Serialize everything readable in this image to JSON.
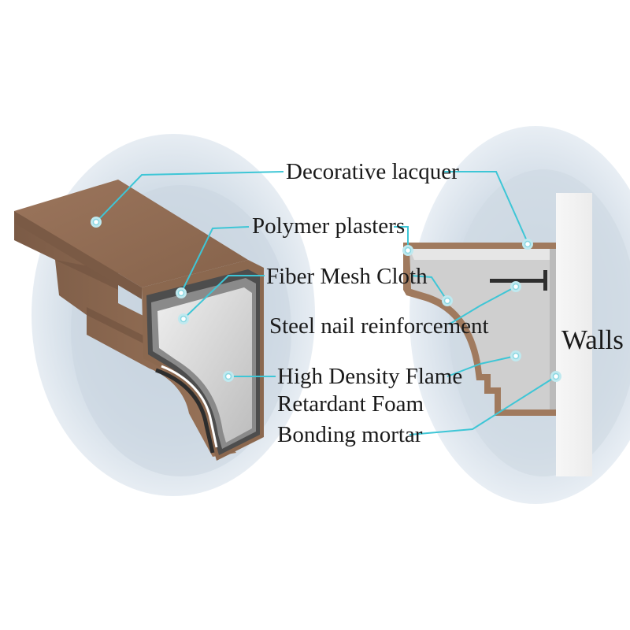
{
  "labels": {
    "decorative_lacquer": "Decorative lacquer",
    "polymer_plasters": "Polymer plasters",
    "fiber_mesh_cloth": "Fiber Mesh Cloth",
    "steel_nail": "Steel nail reinforcement",
    "foam_line1": "High Density Flame",
    "foam_line2": "Retardant Foam",
    "bonding_mortar": "Bonding mortar",
    "walls": "Walls"
  },
  "colors": {
    "lacquer_brown": "#8f6a52",
    "leader_cyan": "#3ec6d6",
    "foam_grey": "#d6d6d6",
    "plaster_dark": "#5a5a5a",
    "halo_blue": "#d3dee8"
  },
  "icons": [
    "callout-dot"
  ]
}
